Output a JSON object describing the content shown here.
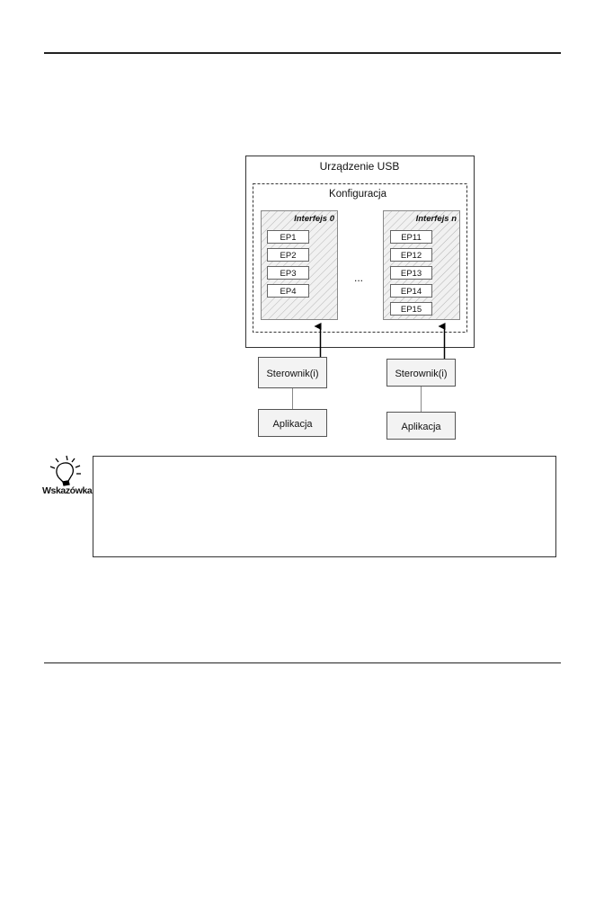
{
  "diagram": {
    "device_title": "Urządzenie USB",
    "configuration_title": "Konfiguracja",
    "interface_0": {
      "title": "Interfejs 0",
      "endpoints": [
        "EP1",
        "EP2",
        "EP3",
        "EP4"
      ]
    },
    "interface_n": {
      "title": "Interfejs n",
      "endpoints": [
        "EP11",
        "EP12",
        "EP13",
        "EP14",
        "EP15"
      ]
    },
    "ellipsis": "...",
    "driver_left": "Sterownik(i)",
    "driver_right": "Sterownik(i)",
    "app_left": "Aplikacja",
    "app_right": "Aplikacja"
  },
  "hint": {
    "label": "Wskazówka",
    "icon": "lightbulb-icon"
  }
}
